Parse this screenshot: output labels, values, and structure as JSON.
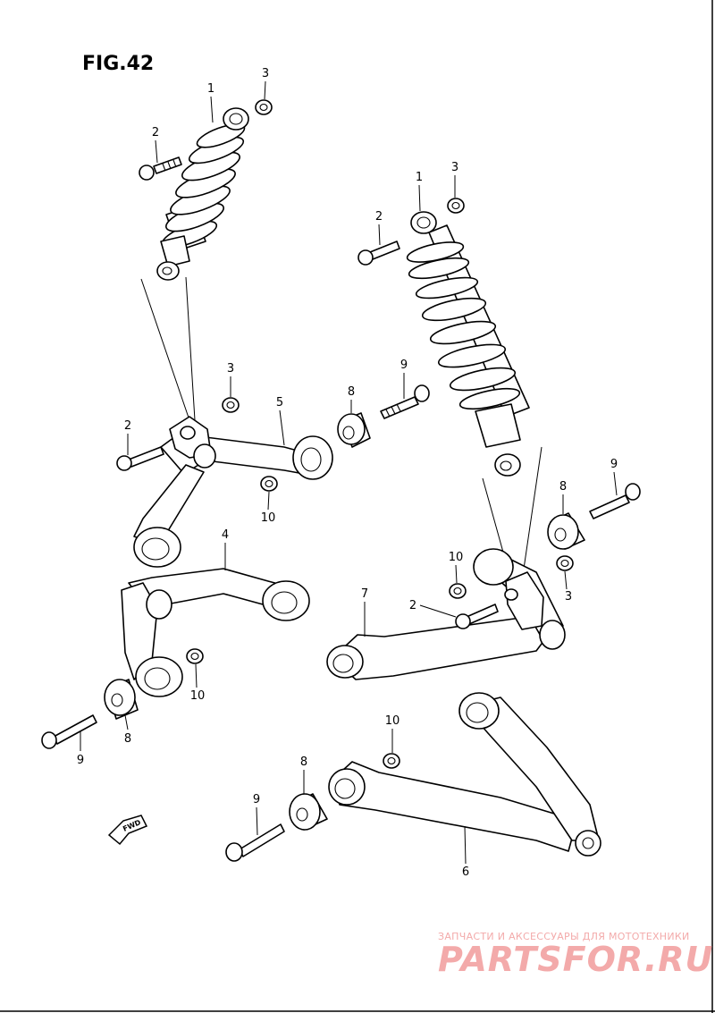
{
  "figure": {
    "title": "FIG.42"
  },
  "callouts": {
    "c1a": "1",
    "c3a": "3",
    "c2a": "2",
    "c1b": "1",
    "c3b": "3",
    "c2b": "2",
    "c3c": "3",
    "c2c": "2",
    "c5": "5",
    "c8a": "8",
    "c9a": "9",
    "c10a": "10",
    "c9b": "9",
    "c8b": "8",
    "c10b": "10",
    "c3d": "3",
    "c2d": "2",
    "c7": "7",
    "c4": "4",
    "c10c": "10",
    "c8c": "8",
    "c9c": "9",
    "c10d": "10",
    "c8d": "8",
    "c9d": "9",
    "c6": "6"
  },
  "fwd": {
    "label": "FWD"
  },
  "watermark": {
    "tagline": "ЗАПЧАСТИ И АКСЕССУАРЫ ДЛЯ МОТОТЕХНИКИ",
    "brand": "PARTSFOR.RU"
  }
}
